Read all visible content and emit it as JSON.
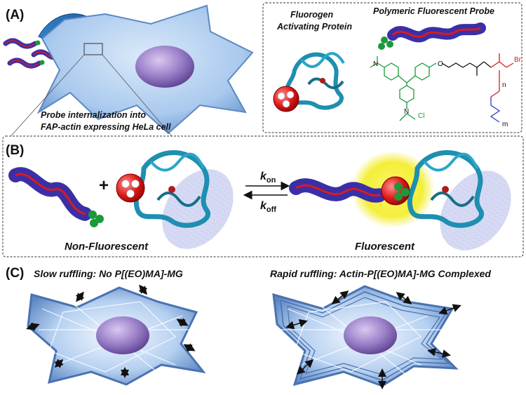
{
  "panelA": {
    "label": "(A)",
    "caption_line1": "Probe internalization into",
    "caption_line2": "FAP-actin expressing HeLa cell",
    "inset": {
      "fap_title_line1": "Fluorogen",
      "fap_title_line2": "Activating Protein",
      "probe_title": "Polymeric Fluorescent Probe",
      "chem_labels": {
        "br": "Br",
        "n": "n",
        "m": "m",
        "o": "O",
        "cl": "Cl",
        "n_atom": "N"
      }
    }
  },
  "panelB": {
    "label": "(B)",
    "plus": "+",
    "k_on": "k",
    "k_on_sub": "on",
    "k_off": "k",
    "k_off_sub": "off",
    "left_caption": "Non-Fluorescent",
    "right_caption": "Fluorescent"
  },
  "panelC": {
    "label": "(C)",
    "left_title": "Slow ruffling: No P[(EO)MA]-MG",
    "right_title": "Rapid ruffling: Actin-P[(EO)MA]-MG Complexed"
  },
  "colors": {
    "cell_fill": "#9fc3ea",
    "nucleus": "#8a6fb8",
    "polymer": "#3b2fa8",
    "backbone": "#d81b1b",
    "protein": "#1e8fb0",
    "green_dye": "#1a9a3a",
    "glow": "#f7f23a",
    "red_ball": "#e01818"
  }
}
